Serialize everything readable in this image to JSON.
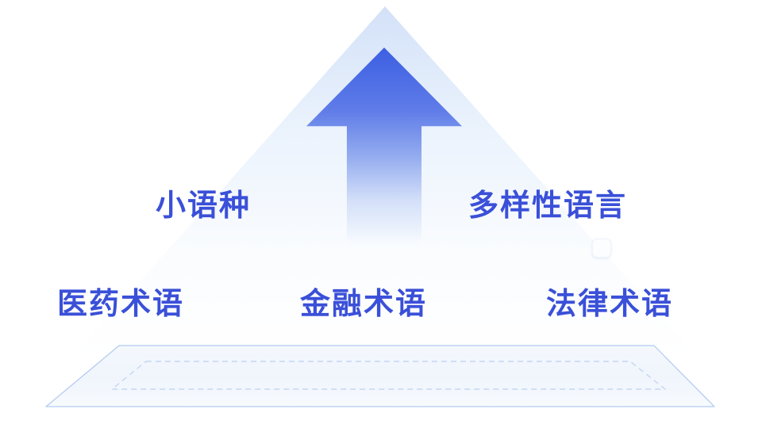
{
  "diagram": {
    "labels": {
      "minor_languages": "小语种",
      "diverse_languages": "多样性语言",
      "medical_terms": "医药术语",
      "finance_terms": "金融术语",
      "legal_terms": "法律术语"
    },
    "colors": {
      "label_text": "#3a50d8",
      "arrow_blue": "#3c5fe3",
      "platform_stroke": "#b0c9f0",
      "triangle_tint": "#d3e1f8"
    },
    "icons": {
      "up_arrow_icon": "css-clip-path gradient arrow pointing up",
      "base_platform": "perspective platform with dashed inner border"
    }
  }
}
